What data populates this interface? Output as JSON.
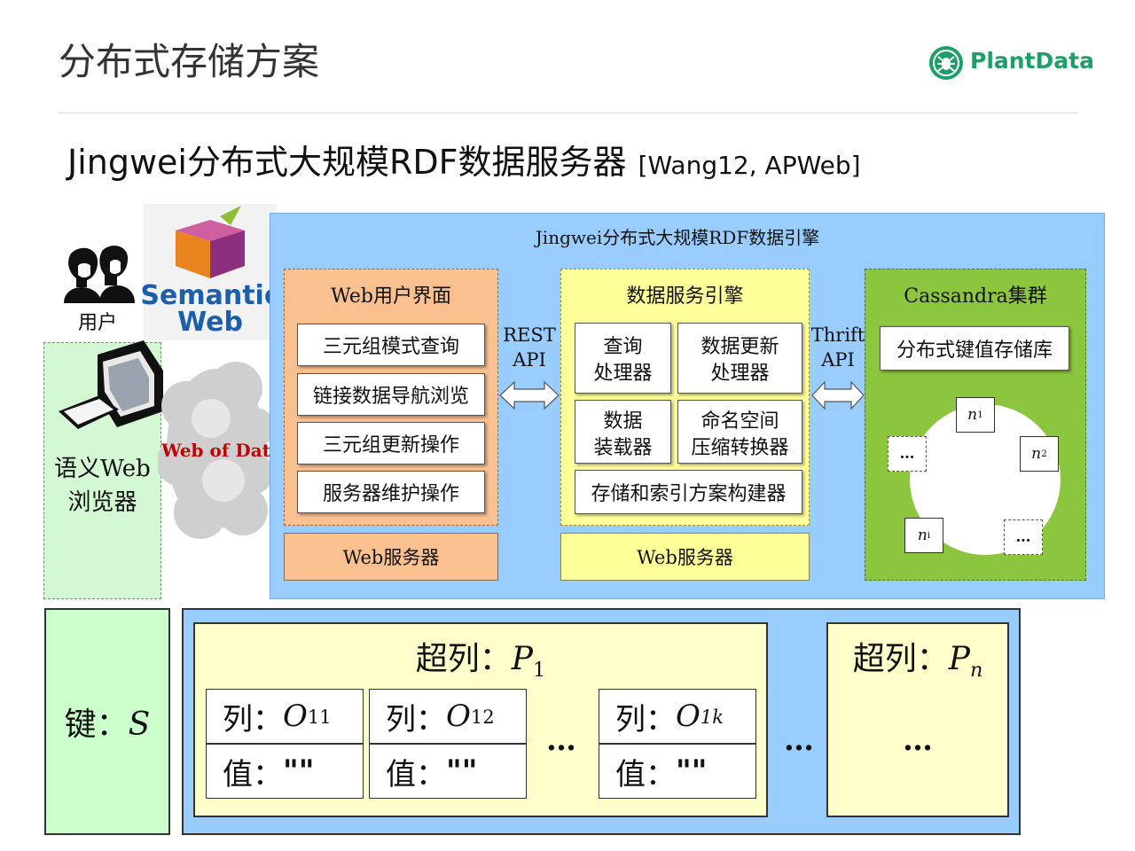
{
  "header": {
    "slide_title": "分布式存储方案",
    "logo_text": "PlantData"
  },
  "subtitle": {
    "main": "Jingwei分布式大规模RDF数据服务器",
    "citation": "[Wang12, APWeb]"
  },
  "left": {
    "user_label": "用户",
    "semantic_web_line1": "Semantic",
    "semantic_web_line2": "Web",
    "browser_line1": "语义Web",
    "browser_line2": "浏览器",
    "web_of_data": "Web of Data"
  },
  "engine": {
    "title": "Jingwei分布式大规模RDF数据引擎",
    "web_ui": {
      "title": "Web用户界面",
      "items": [
        "三元组模式查询",
        "链接数据导航浏览",
        "三元组更新操作",
        "服务器维护操作"
      ],
      "server": "Web服务器"
    },
    "rest_api": {
      "line1": "REST",
      "line2": "API"
    },
    "data_service": {
      "title": "数据服务引擎",
      "query": {
        "line1": "查询",
        "line2": "处理器"
      },
      "update": {
        "line1": "数据更新",
        "line2": "处理器"
      },
      "loader": {
        "line1": "数据",
        "line2": "装载器"
      },
      "namespace": {
        "line1": "命名空间",
        "line2": "压缩转换器"
      },
      "builder": "存储和索引方案构建器",
      "server": "Web服务器"
    },
    "thrift_api": {
      "line1": "Thrift",
      "line2": "API"
    },
    "cassandra": {
      "title": "Cassandra集群",
      "kv_store": "分布式键值存储库",
      "nodes": {
        "n1": "n",
        "n1_sub": "1",
        "n2": "n",
        "n2_sub": "2",
        "ni": "n",
        "ni_sub": "i",
        "dots": "…"
      }
    }
  },
  "storage": {
    "key_label": "键：",
    "key_var": "S",
    "supercol1_label": "超列：",
    "supercol1_var": "P",
    "supercol1_sub": "1",
    "supercoln_label": "超列：",
    "supercoln_var": "P",
    "supercoln_sub": "n",
    "col_label": "列：",
    "val_label": "值：",
    "val_value": "\"\"",
    "columns": [
      {
        "var": "O",
        "sub": "11"
      },
      {
        "var": "O",
        "sub": "12"
      },
      {
        "var": "O",
        "sub": "1k"
      }
    ],
    "ellipsis": "…"
  }
}
